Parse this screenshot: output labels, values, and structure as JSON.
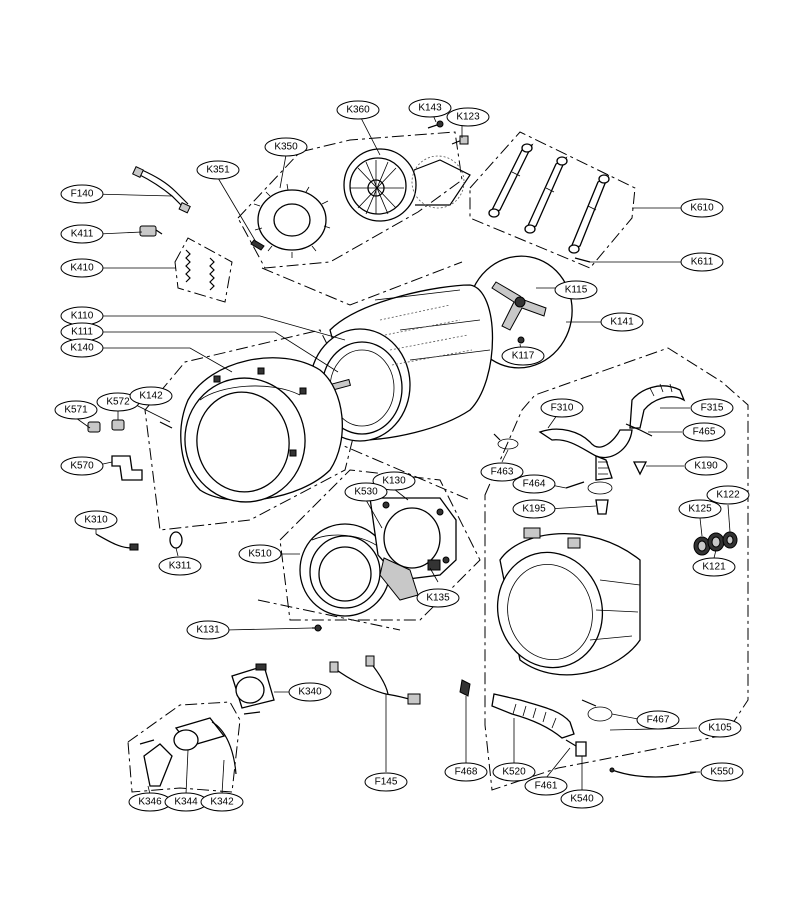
{
  "diagram": {
    "labels": {
      "K360": "K360",
      "K143": "K143",
      "K123": "K123",
      "K350": "K350",
      "K351": "K351",
      "F140": "F140",
      "K411": "K411",
      "K410": "K410",
      "K610": "K610",
      "K611": "K611",
      "K115": "K115",
      "K141": "K141",
      "K117": "K117",
      "K110": "K110",
      "K111": "K111",
      "K140": "K140",
      "K571": "K571",
      "K572": "K572",
      "K142": "K142",
      "K570": "K570",
      "K310": "K310",
      "K311": "K311",
      "K130": "K130",
      "K530": "K530",
      "K510": "K510",
      "K135": "K135",
      "K131": "K131",
      "F310": "F310",
      "F315": "F315",
      "F465": "F465",
      "F463": "F463",
      "K190": "K190",
      "F464": "F464",
      "K195": "K195",
      "K125": "K125",
      "K122": "K122",
      "K121": "K121",
      "K340": "K340",
      "F467": "F467",
      "K105": "K105",
      "K346": "K346",
      "K344": "K344",
      "K342": "K342",
      "F145": "F145",
      "F468": "F468",
      "K520": "K520",
      "F461": "F461",
      "K540": "K540",
      "K550": "K550"
    }
  }
}
